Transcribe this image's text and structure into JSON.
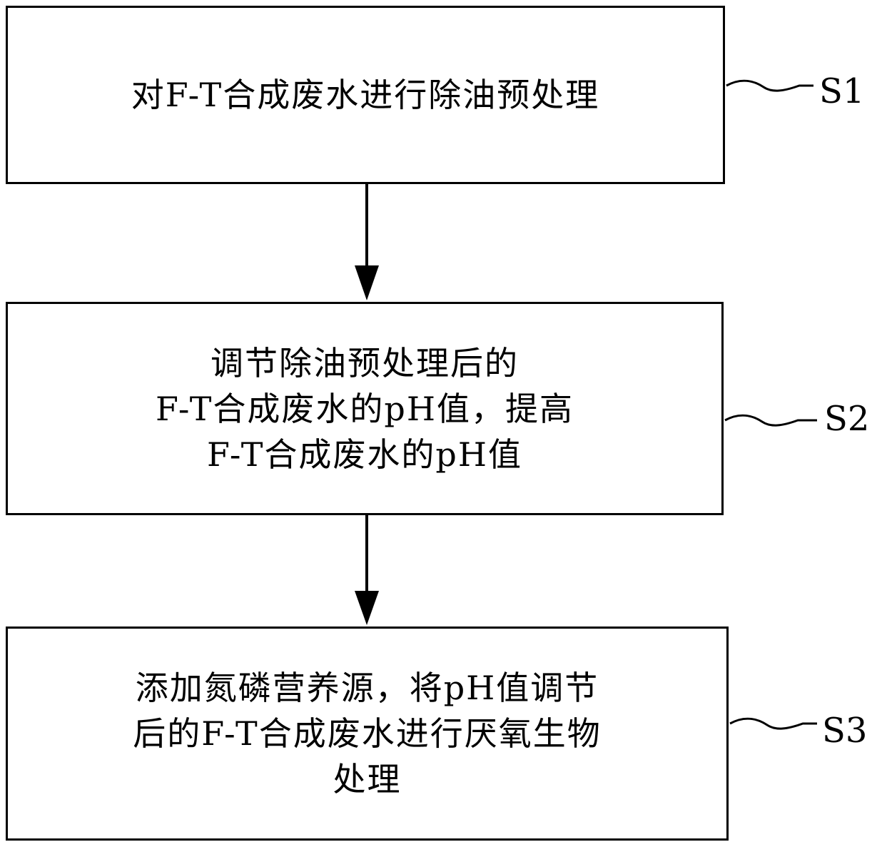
{
  "flowchart": {
    "steps": [
      {
        "id": "S1",
        "lines": [
          "对F-T合成废水进行除油预处理"
        ]
      },
      {
        "id": "S2",
        "lines": [
          "调节除油预处理后的",
          "F-T合成废水的pH值，提高",
          "F-T合成废水的pH值"
        ]
      },
      {
        "id": "S3",
        "lines": [
          "添加氮磷营养源，将pH值调节",
          "后的F-T合成废水进行厌氧生物",
          "处理"
        ]
      }
    ]
  }
}
